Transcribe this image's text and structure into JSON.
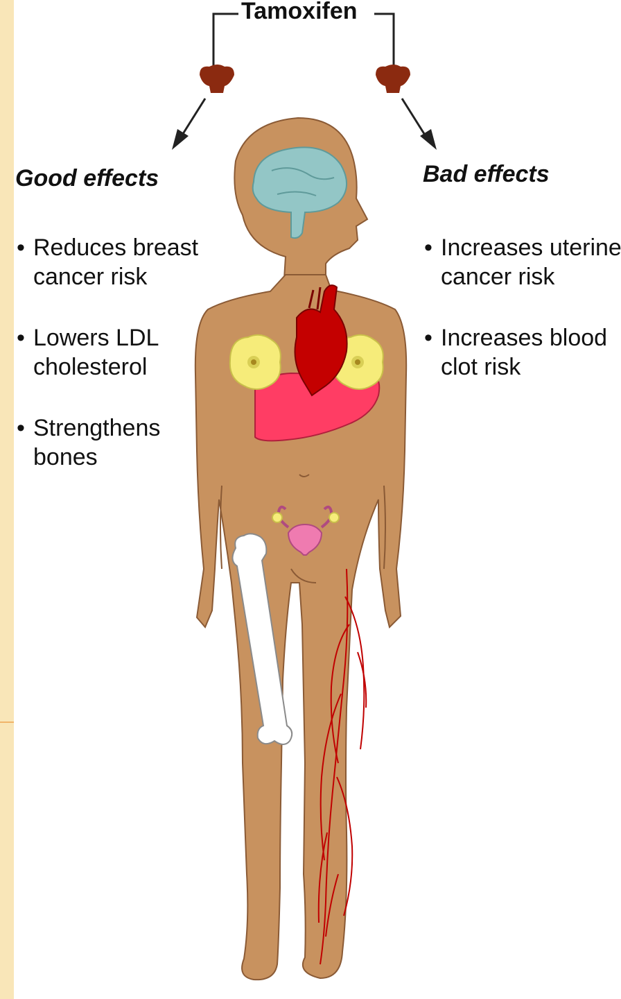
{
  "title": "Tamoxifen",
  "good": {
    "heading": "Good effects",
    "items": [
      "Reduces breast cancer risk",
      "Lowers LDL cholesterol",
      "Strengthens bones"
    ]
  },
  "bad": {
    "heading": "Bad effects",
    "items": [
      "Increases uterine cancer risk",
      "Increases blood clot risk"
    ]
  },
  "bullet": "•",
  "colors": {
    "skin": "#c8925f",
    "skin_outline": "#8a5a35",
    "brain": "#93c6c6",
    "heart": "#c40000",
    "liver": "#ff3d64",
    "breast": "#f6ec7a",
    "uterus": "#ef7bb0",
    "bone": "#ffffff",
    "veins": "#c00000",
    "pill": "#8b2a10"
  }
}
